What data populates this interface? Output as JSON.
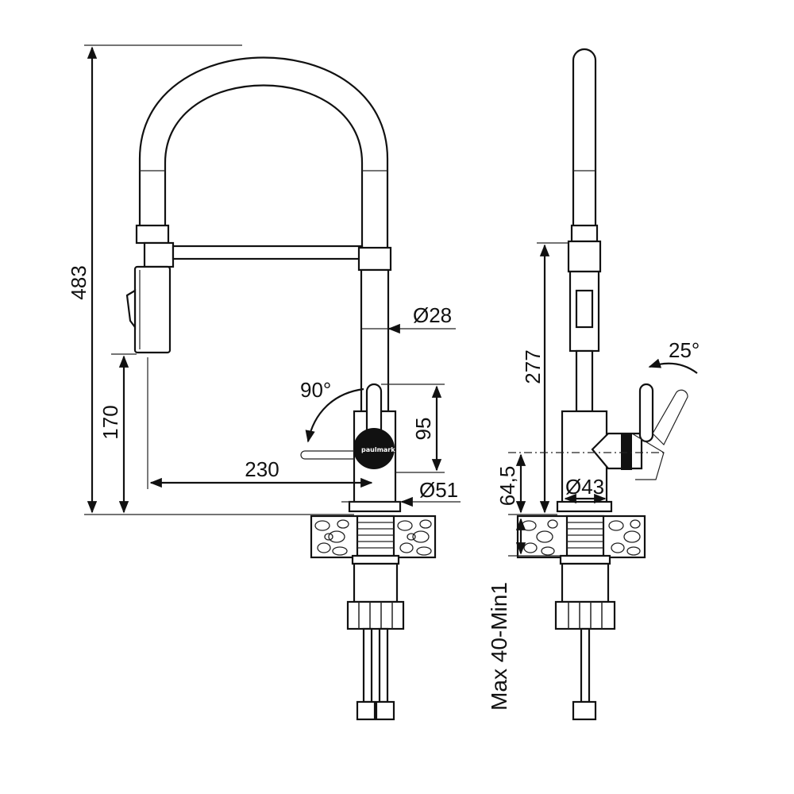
{
  "brand_label": "paulmark",
  "dimensions": {
    "total_height": "483",
    "spout_height": "170",
    "reach": "230",
    "body_diameter": "Ø28",
    "base_diameter": "Ø51",
    "lever_height": "95",
    "lever_rotation": "90°",
    "side_height": "277",
    "lever_axis_height": "64,5",
    "side_base_diameter": "Ø43",
    "lever_tilt": "25°",
    "countertop_thickness": "Max 40-Min1"
  },
  "colors": {
    "line": "#111111",
    "background": "#ffffff",
    "handle_fill": "#111111"
  }
}
